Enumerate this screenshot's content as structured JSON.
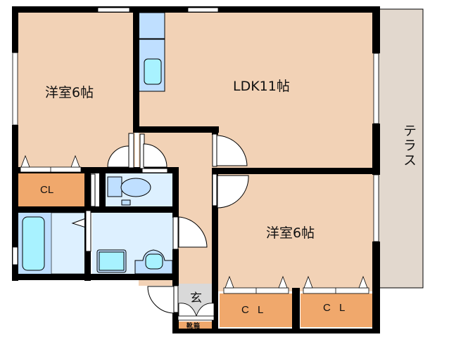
{
  "floor_plan": {
    "rooms": {
      "bedroom_left": {
        "label": "洋室6帖",
        "type": "western-room",
        "size_jo": 6
      },
      "ldk": {
        "label": "LDK11帖",
        "type": "living-dining-kitchen",
        "size_jo": 11
      },
      "bedroom_right": {
        "label": "洋室6帖",
        "type": "western-room",
        "size_jo": 6
      },
      "closet_left": {
        "label": "CL"
      },
      "closet_bottom_1": {
        "label": "C L"
      },
      "closet_bottom_2": {
        "label": "C L"
      },
      "terrace": {
        "label": "テラス"
      },
      "entrance": {
        "label": "玄"
      },
      "shoe_cabinet": {
        "label": "靴箱"
      },
      "toilet": {
        "label": ""
      },
      "bathroom": {
        "label": ""
      },
      "washroom": {
        "label": ""
      },
      "kitchen": {
        "label": ""
      }
    },
    "colors": {
      "room_floor": "#F2D2B6",
      "closet": "#F0A86C",
      "wet_area": "#DDF0FF",
      "fixture_blue": "#BFDFFF",
      "fixture_cyan": "#A8F2FF",
      "terrace": "#E2D8CE",
      "entrance": "#D9D9D9",
      "wall": "#000000"
    }
  }
}
